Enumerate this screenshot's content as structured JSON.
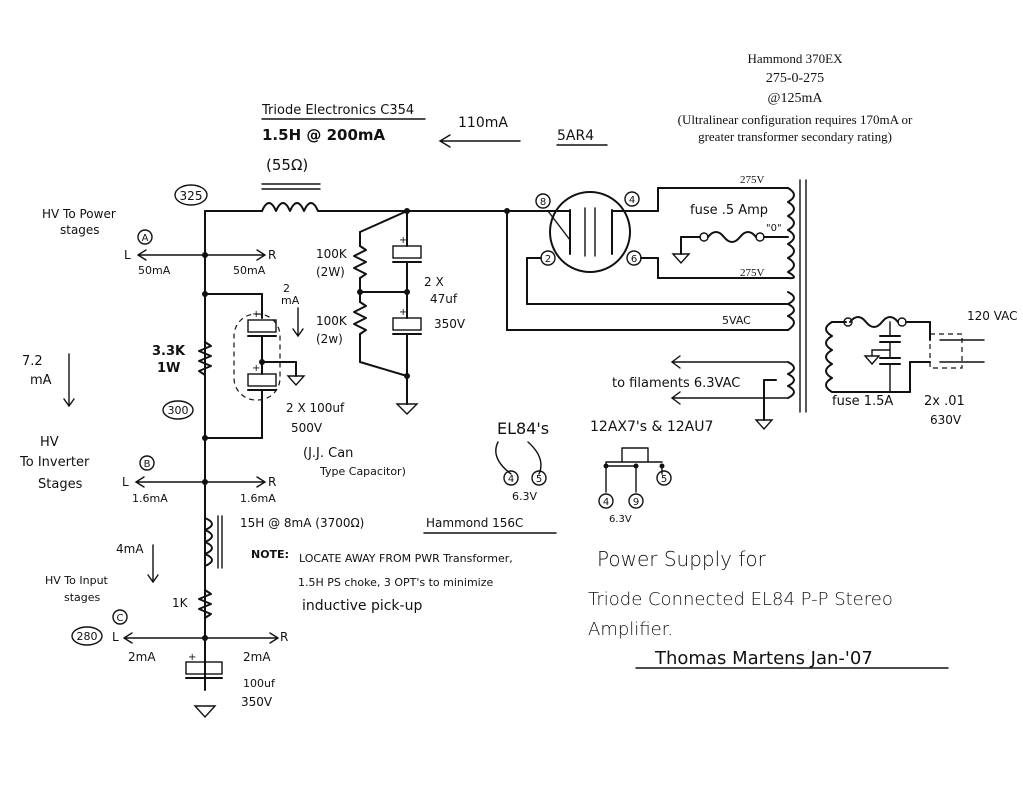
{
  "transformer": {
    "title": "Hammond 370EX",
    "rating": "275-0-275",
    "current": "@125mA",
    "note_1": "(Ultralinear configuration requires 170mA or",
    "note_2": "greater transformer secondary rating)",
    "hv_top": "275V",
    "hv_bottom": "275V",
    "fuse": "fuse .5 Amp",
    "fuse_tap": "\"0\"",
    "rect_heater": "5VAC",
    "filaments": "to filaments 6.3VAC",
    "mains": "120 VAC",
    "mains_fuse": "fuse 1.5A",
    "mains_caps_1": "2x .01",
    "mains_caps_2": "630V"
  },
  "choke1": {
    "make": "Triode Electronics C354",
    "rating": "1.5H @ 200mA",
    "dcr": "(55Ω)",
    "current": "110mA"
  },
  "rectifier": {
    "tube": "5AR4",
    "pin_8": "8",
    "pin_4": "4",
    "pin_2": "2",
    "pin_6": "6"
  },
  "node_a": {
    "voltage": "325",
    "title_1": "HV To Power",
    "title_2": "stages",
    "tag": "A",
    "left": "L",
    "right": "R",
    "left_current": "50mA",
    "right_current": "50mA"
  },
  "reservoir": {
    "bleeder_1": "100K",
    "bleeder_1_w": "(2W)",
    "bleeder_2": "100K",
    "bleeder_2_w": "(2w)",
    "caps_1": "2 X",
    "caps_2": "47uf",
    "caps_3": "350V"
  },
  "dropper_a": {
    "current": "7.2",
    "current_unit": "mA",
    "resistor": "3.3K",
    "resistor_w": "1W",
    "cap_current_1": "2",
    "cap_current_2": "mA"
  },
  "can_cap": {
    "value": "2 X 100uf",
    "voltage": "500V",
    "note_1": "(J.J. Can",
    "note_2": "Type Capacitor)"
  },
  "node_b": {
    "voltage": "300",
    "title_1": "HV",
    "title_2": "To Inverter",
    "title_3": "Stages",
    "tag": "B",
    "left": "L",
    "right": "R",
    "left_current": "1.6mA",
    "right_current": "1.6mA"
  },
  "choke2": {
    "spec": "15H @ 8mA (3700Ω)",
    "make": "Hammond 156C",
    "current": "4mA",
    "note_label": "NOTE:",
    "note_1": "LOCATE AWAY FROM PWR Transformer,",
    "note_2": "1.5H PS choke, 3 OPT's to minimize",
    "note_3": "inductive pick-up"
  },
  "node_c": {
    "voltage": "280",
    "title_1": "HV To Input",
    "title_2": "stages",
    "tag": "C",
    "left": "L",
    "right": "R",
    "resistor": "1K",
    "left_current": "2mA",
    "right_current": "2mA",
    "cap_value": "100uf",
    "cap_voltage": "350V"
  },
  "heaters": {
    "el84_title": "EL84's",
    "el84_pin_a": "4",
    "el84_pin_b": "5",
    "el84_volt": "6.3V",
    "small_title": "12AX7's & 12AU7",
    "small_pin_a": "4",
    "small_pin_b": "9",
    "small_pin_c": "5",
    "small_volt": "6.3V"
  },
  "title_block": {
    "line_1": "Power Supply for",
    "line_2": "Triode Connected EL84 P-P Stereo",
    "line_3": "Amplifier.",
    "author": "Thomas Martens  Jan-'07"
  }
}
